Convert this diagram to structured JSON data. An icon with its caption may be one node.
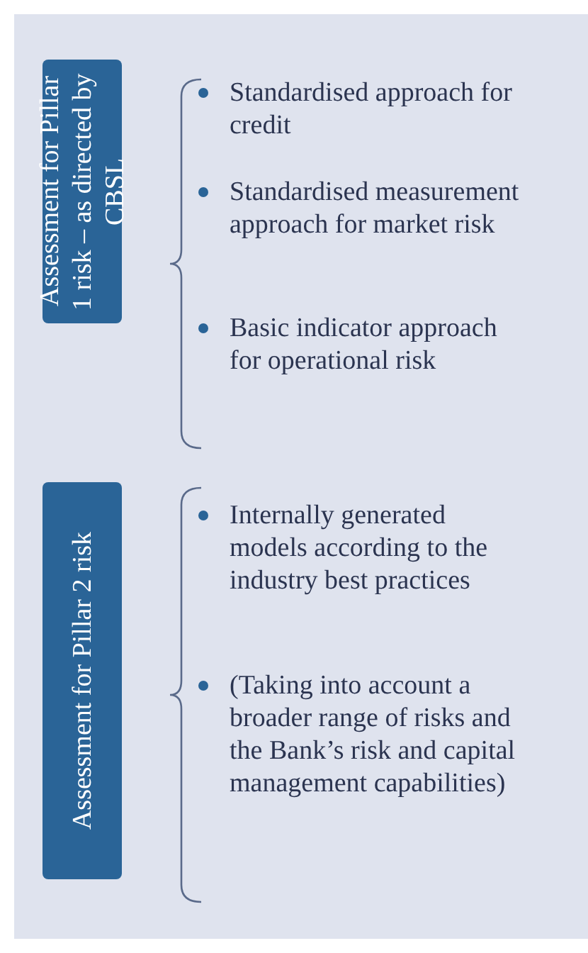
{
  "diagram": {
    "nodes": [
      {
        "text": [
          "Assessment for Pillar 1 risk – as directed by CBSL"
        ]
      },
      {
        "text": [
          "Assessment for Pillar 2 risk"
        ]
      }
    ],
    "labels": [
      "Standardised approach for credit",
      "Standardised measurement approach for market risk",
      "Basic indicator approach for operational risk",
      "Internally generated models according to the industry best practices",
      "(Taking into account a broader range of risks and the Bank’s risk and capital management capabilities)"
    ]
  }
}
